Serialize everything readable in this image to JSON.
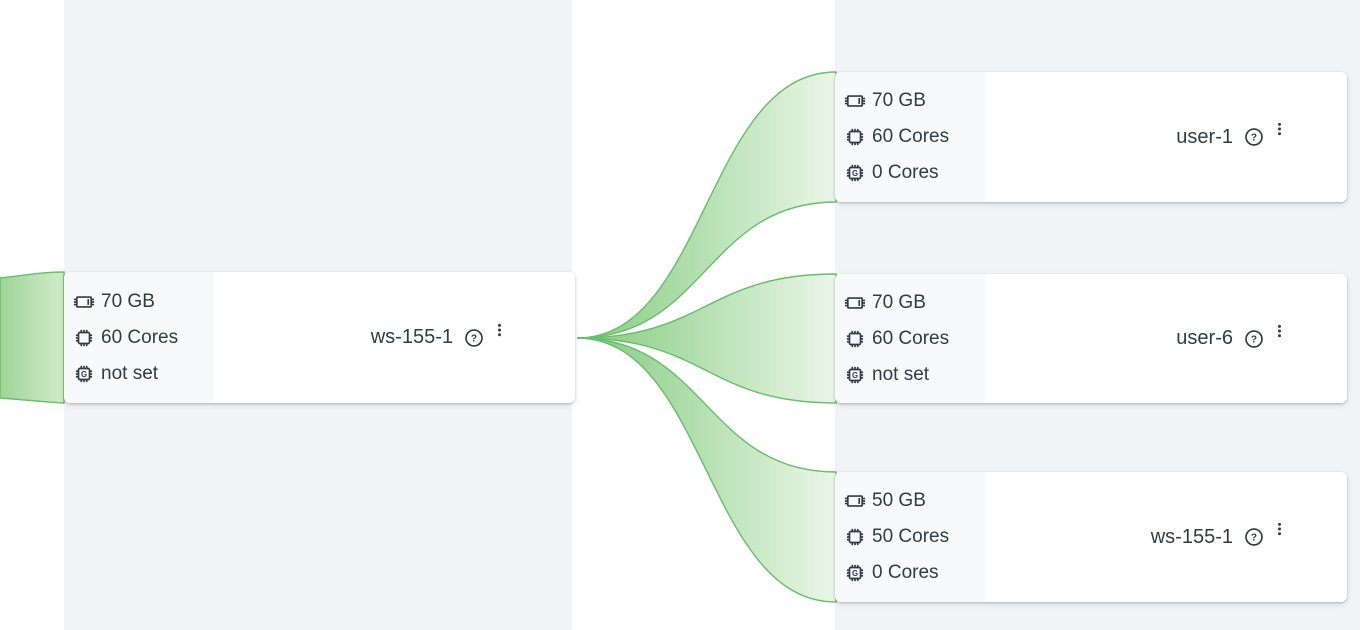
{
  "view": {
    "description": "resource-allocation-tree",
    "colors": {
      "panel_background": "#f1f3f4",
      "card_background": "#ffffff",
      "stats_background": "#f8f9fa",
      "text": "#333b43",
      "link_stroke": "#68bd6b",
      "link_fill_start": "#7dc878",
      "link_fill_end": "#e9f6e6",
      "incoming_fill_start": "#9ed497",
      "incoming_fill_end": "#d2ebcc"
    }
  },
  "icons": {
    "ram": "ram-icon",
    "cpu": "cpu-icon",
    "gpu": "gpu-icon",
    "help": "help-icon",
    "menu": "more-options-icon"
  },
  "nodes": {
    "root": {
      "name": "ws-155-1",
      "memory": "70 GB",
      "cpu": "60 Cores",
      "gpu": "not set"
    },
    "children": [
      {
        "name": "user-1",
        "memory": "70 GB",
        "cpu": "60 Cores",
        "gpu": "0 Cores"
      },
      {
        "name": "user-6",
        "memory": "70 GB",
        "cpu": "60 Cores",
        "gpu": "not set"
      },
      {
        "name": "ws-155-1",
        "memory": "50 GB",
        "cpu": "50 Cores",
        "gpu": "0 Cores"
      }
    ]
  }
}
